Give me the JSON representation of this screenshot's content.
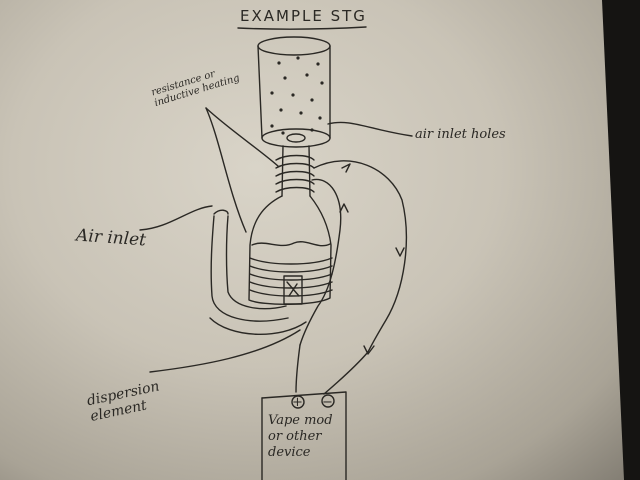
{
  "diagram": {
    "title": "EXAMPLE STG",
    "labels": {
      "resistance": "resistance or inductive heating",
      "air_inlet_holes": "air inlet holes",
      "air_inlet": "Air inlet",
      "dispersion_element": "dispersion element",
      "device": "Vape mod or other device",
      "positive_terminal": "+",
      "negative_terminal": "−"
    },
    "colors": {
      "paper": "#cfc9bc",
      "ink": "#2a2824",
      "background": "#1b1a18"
    }
  }
}
